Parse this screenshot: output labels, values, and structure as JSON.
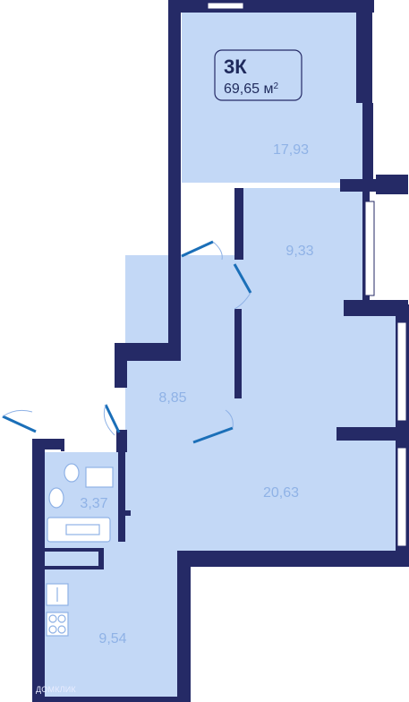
{
  "apartment": {
    "type_label": "3К",
    "area_value": "69,65 м",
    "area_unit_sup": "2"
  },
  "rooms": [
    {
      "id": "living-room",
      "area": "17,93"
    },
    {
      "id": "bedroom-small",
      "area": "9,33"
    },
    {
      "id": "hallway",
      "area": "8,85"
    },
    {
      "id": "bedroom-large",
      "area": "20,63"
    },
    {
      "id": "bathroom",
      "area": "3,37"
    },
    {
      "id": "kitchen",
      "area": "9,54"
    }
  ],
  "watermark": "ДОМКЛИК",
  "colors": {
    "wall": "#252a66",
    "floor": "#c3d8f6",
    "door": "#1b6fb8",
    "label": "#8fb2e6",
    "window": "#ffffff"
  }
}
